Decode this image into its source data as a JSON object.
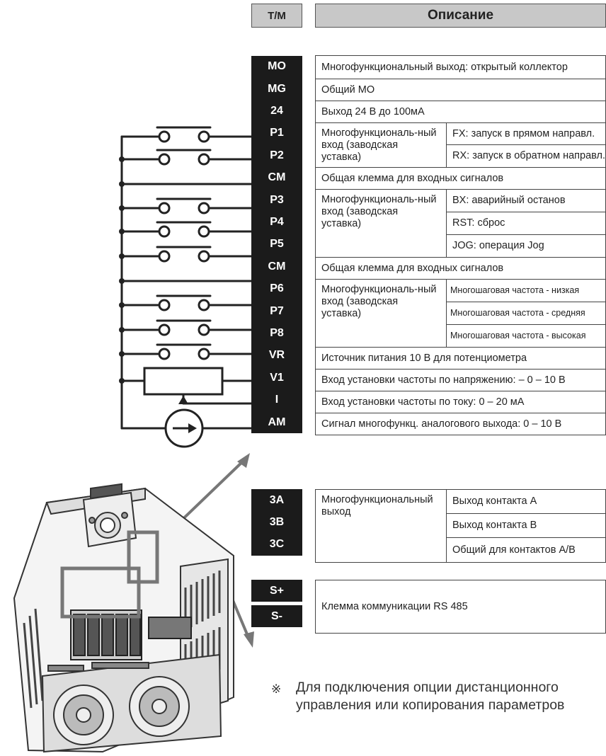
{
  "header": {
    "tm_label": "T/M",
    "description_label": "Описание"
  },
  "terminals": {
    "MO": "MO",
    "MG": "MG",
    "T24": "24",
    "P1": "P1",
    "P2": "P2",
    "CM1": "CM",
    "P3": "P3",
    "P4": "P4",
    "P5": "P5",
    "CM2": "CM",
    "P6": "P6",
    "P7": "P7",
    "P8": "P8",
    "VR": "VR",
    "V1": "V1",
    "I": "I",
    "AM": "AM",
    "A3": "3A",
    "B3": "3B",
    "C3": "3C",
    "SP": "S+",
    "SM": "S-"
  },
  "descriptions": {
    "mo": "Многофункциональный выход: открытый коллектор",
    "mg": "Общий MO",
    "t24": "Выход 24 В до 100мА",
    "multi_input": "Многофункциональ-ный вход (заводская уставка)",
    "fx": "FX: запуск в прямом направл.",
    "rx": "RX: запуск в обратном направл.",
    "cm": "Общая клемма для входных сигналов",
    "bx": "BX: аварийный останов",
    "rst": "RST: сброс",
    "jog": "JOG: операция Jog",
    "ms_low": "Многошаговая частота - низкая",
    "ms_mid": "Многошаговая частота - средняя",
    "ms_high": "Многошаговая частота - высокая",
    "vr": "Источник питания 10 В для потенциометра",
    "v1": "Вход установки частоты по напряжению: – 0 – 10 В",
    "i": "Вход установки частоты по току: 0 – 20 мА",
    "am": "Сигнал многофункц. аналогового выхода: 0 – 10 В",
    "multi_output": "Многофункциональный выход",
    "contact_a": "Выход контакта A",
    "contact_b": "Выход контакта B",
    "contact_common": "Общий для контактов A/B",
    "rs485": "Клемма коммуникации RS 485"
  },
  "note": {
    "mark": "※",
    "text": "Для подключения опции дистанционного управления или копирования параметров"
  }
}
